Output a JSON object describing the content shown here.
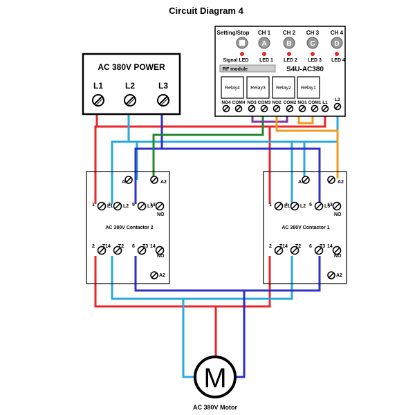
{
  "title": "Circuit Diagram 4",
  "power": {
    "title": "AC 380V POWER",
    "terminals": [
      "L1",
      "L2",
      "L3"
    ]
  },
  "controller": {
    "setting_label": "Setting/Stop",
    "channels": [
      {
        "ch": "CH 1",
        "key": "A",
        "led": "LED 1"
      },
      {
        "ch": "CH 2",
        "key": "B",
        "led": "LED 2"
      },
      {
        "ch": "CH 3",
        "key": "C",
        "led": "LED 3"
      },
      {
        "ch": "CH 4",
        "key": "D",
        "led": "LED 4"
      }
    ],
    "signal_led": "Signal LED",
    "rf_module": "RF module",
    "model": "S4U-AC380",
    "relays": [
      "Relay4",
      "Relay3",
      "Relay2",
      "Relay1"
    ],
    "terminals": [
      "NO4",
      "COM4",
      "NO3",
      "COM3",
      "NO2",
      "COM2",
      "NO1",
      "COM1",
      "L1",
      "L2"
    ]
  },
  "contactor_left": {
    "name": "AC 380V Contactor 2",
    "a1": "A1",
    "a2_top": "A2",
    "a2_bottom": "A2",
    "top": [
      "1",
      "L1",
      "3",
      "L2",
      "5",
      "L3",
      "13",
      "NO"
    ],
    "bottom": [
      "2",
      "T1",
      "4",
      "T2",
      "6",
      "T3",
      "14",
      "NO"
    ]
  },
  "contactor_right": {
    "name": "AC 380V Contactor 1",
    "a1": "A1",
    "a2_top": "A2",
    "a2_bottom": "A2",
    "top": [
      "1",
      "L1",
      "3",
      "L2",
      "5",
      "L3",
      "13",
      "NO"
    ],
    "bottom": [
      "2",
      "T1",
      "4",
      "T2",
      "6",
      "T3",
      "14",
      "NO"
    ]
  },
  "motor": {
    "symbol": "M",
    "label": "AC 380V Motor"
  },
  "colors": {
    "red": "#e8262a",
    "cyan": "#29a8df",
    "blue": "#2d2fc8",
    "green": "#1f8a2a",
    "purple": "#7a3a96",
    "orange": "#f29a1f"
  }
}
